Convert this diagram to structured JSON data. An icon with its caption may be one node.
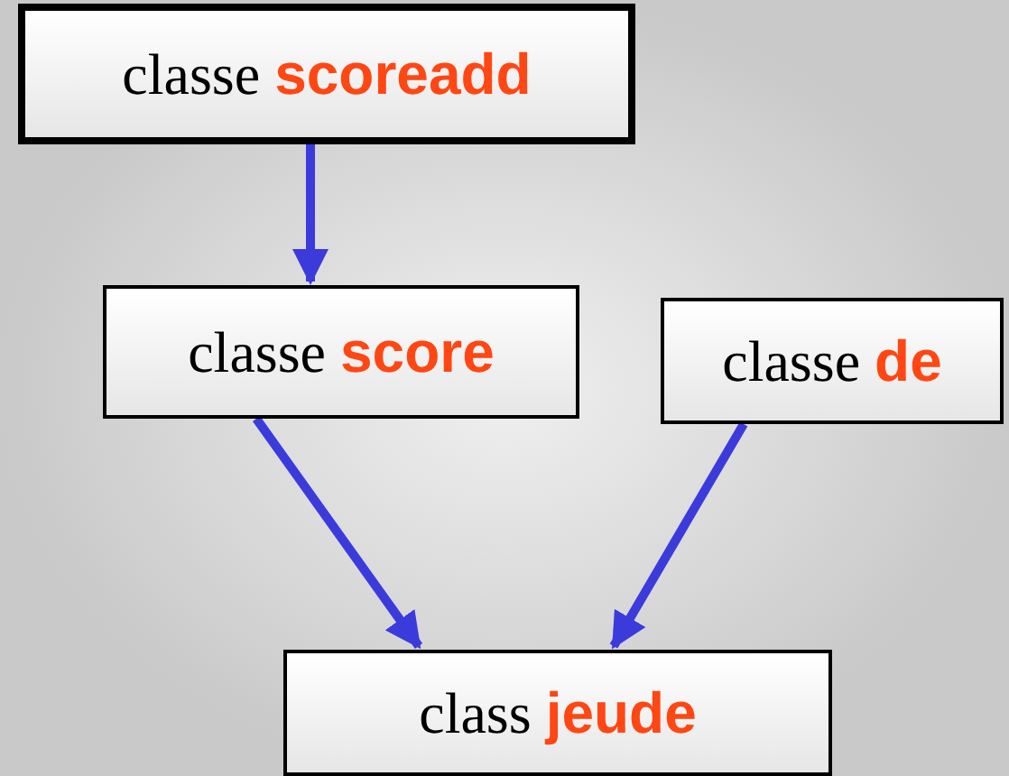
{
  "diagram": {
    "nodes": [
      {
        "text": [
          "classe **scoreadd**"
        ]
      },
      {
        "text": [
          "classe **score**"
        ]
      },
      {
        "text": [
          "classe **de**"
        ]
      },
      {
        "text": [
          "class **jeude**"
        ]
      }
    ],
    "edges": [
      {
        "from": 0,
        "to": 1,
        "arrow": "to"
      },
      {
        "from": 1,
        "to": 3,
        "arrow": "to"
      },
      {
        "from": 2,
        "to": 3,
        "arrow": "to"
      }
    ]
  }
}
